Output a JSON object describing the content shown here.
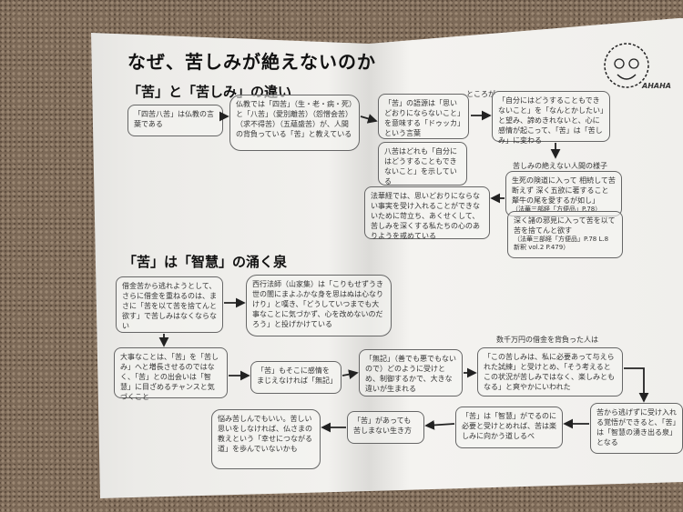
{
  "title": "なぜ、苦しみが絶えないのか",
  "logo_text": "AHAHA",
  "section1": {
    "heading": "「苦」と「苦しみ」の違い",
    "box_shikuhakku": "「四苦八苦」は仏教の言葉である",
    "box_bukkyo": "仏教では「四苦」（生・老・病・死）と「八苦」（愛別離苦）（怨憎会苦）（求不得苦）（五蘊盛苦）が、人間の背負っている「苦」と教えている",
    "box_gogen": "「苦」の語源は「思いどおりにならないこと」を意味する「ドゥッカ」という言葉",
    "tokoroga": "ところが",
    "box_hakku": "八苦はどれも「自分にはどうすることもできないこと」を示している",
    "box_jibun": "「自分にはどうすることもできないこと」を「なんとかしたい」と望み、諦めきれないと、心に感情が起こって、「苦」は「苦しみ」に変わる",
    "label_yosu": "苦しみの絶えない人間の様子",
    "box_quote1": "生死の険道に入って 相続して苦断えず 深く五欲に著すること 犛牛の尾を愛するが如し」",
    "box_quote1_ref": "（法華三部経「方便品」P.78）",
    "box_quote2": "深く諸の邪見に入って苦を以て苦を捨てんと欲す",
    "box_quote2_ref": "（法華三部経「方便品」P.78 L.8",
    "box_quote2_ref2": "新釈 vol.2 P.479）",
    "box_hokekyo": "法華経では、思いどおりにならない事実を受け入れることができないために苛立ち、あくせくして、苦しみを深くする私たちの心のありようを戒めている"
  },
  "section2": {
    "heading": "「苦」は「智慧」の涌く泉",
    "box_shakkin": "借金苦から逃れようとして、さらに借金を重ねるのは、まさに「苦を以て苦を捨てんと欲す」で苦しみはなくならない",
    "box_saigyo": "西行法師（山家集）は「こりもせずうき世の闇にまよふかな身を思はぬは心なりけり」と嘆き、「どうしていつまでも大事なことに気づかず、心を改めないのだろう」と投げかけている",
    "box_daiji": "大事なことは、「苦」を「苦しみ」へと増長させるのではなく、「苦」との出会いは「智慧」に目ざめるチャンスと気づくこと",
    "box_muki1": "「苦」もそこに感情をまじえなければ「無記」",
    "box_muki2": "「無記」（善でも悪でもないので）どのように受けとめ、制御するかで、大きな違いが生まれる",
    "label_shakkin": "数千万円の借金を背負った人は",
    "box_shiren": "「この苦しみは、私に必要あって与えられた試練」と受けとめ、「そう考えるとこの状況が苦しみではなく、楽しみともなる」と爽やかにいわれた",
    "box_kakugo": "苦から逃げずに受け入れる覚悟ができると、「苦」は「智慧の湧き出る泉」となる",
    "box_michishirube": "「苦」は「智慧」がでるのに必要と受けとめれば、苦は楽しみに向かう道しるべ",
    "box_ikikata": "「苦」があっても苦しまない生き方",
    "box_nayami": "悩み苦しんでもいい。苦しい思いをしなければ、仏さまの教えという「幸せにつながる道」を歩んでいないかも"
  }
}
